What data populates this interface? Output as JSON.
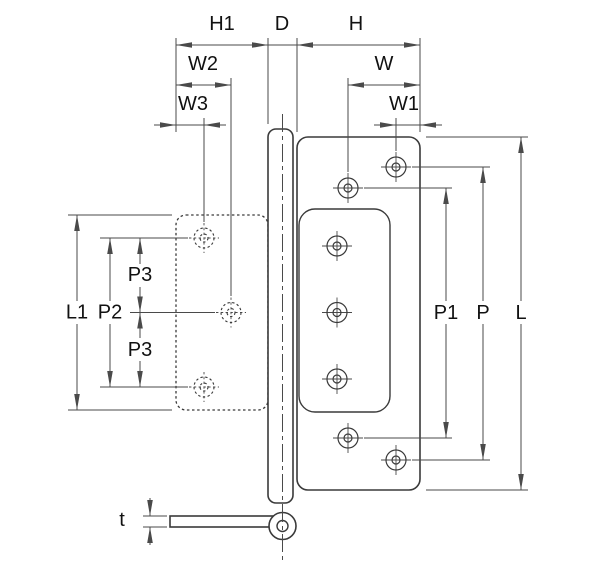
{
  "diagram": {
    "type": "technical-drawing",
    "subject": "hinge-dimension-diagram",
    "labels": {
      "h1": "H1",
      "d": "D",
      "h": "H",
      "w2": "W2",
      "w": "W",
      "w3": "W3",
      "w1": "W1",
      "l1": "L1",
      "p2": "P2",
      "p3_upper": "P3",
      "p3_lower": "P3",
      "p1": "P1",
      "p": "P",
      "l": "L",
      "t": "t"
    },
    "colors": {
      "line": "#3a3a3a",
      "dimension": "#4a4a4a",
      "text": "#111111",
      "background": "#ffffff"
    }
  }
}
